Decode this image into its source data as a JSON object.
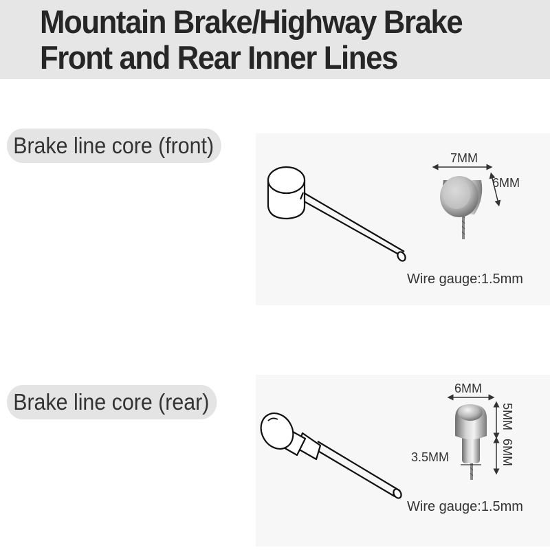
{
  "header": {
    "title_line1": "Mountain Brake/Highway Brake",
    "title_line2": "Front and Rear Inner Lines"
  },
  "front": {
    "label": "Brake line core (front)",
    "width_dim": "7MM",
    "depth_dim": "6MM",
    "wire_gauge": "Wire gauge:1.5mm"
  },
  "rear": {
    "label": "Brake line core (rear)",
    "head_dim": "6MM",
    "height_dim_1": "5MM",
    "height_dim_2": "6MM",
    "neck_dim": "3.5MM",
    "wire_gauge": "Wire gauge:1.5mm"
  },
  "colors": {
    "header_bg": "#e6e6e6",
    "pill_bg": "#e4e4e4",
    "text": "#333333",
    "metal": "#9a9a9a"
  }
}
